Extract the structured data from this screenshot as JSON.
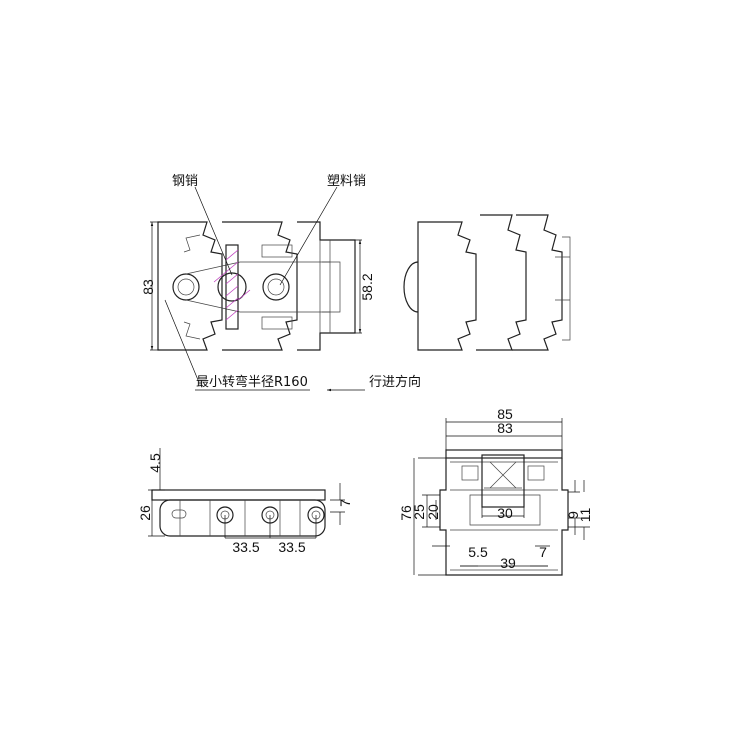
{
  "labels": {
    "steel_pin": "钢销",
    "plastic_pin": "塑料销",
    "min_turn_radius": "最小转弯半径R160",
    "travel_direction": "行进方向"
  },
  "top_view_dims": {
    "height": "83",
    "tab_height": "58.2"
  },
  "side_view_dims": {
    "top": "4.5",
    "height": "26",
    "offset": "7",
    "pitch1": "33.5",
    "pitch2": "33.5"
  },
  "end_view_dims": {
    "outer_width": "85",
    "inner_width": "83",
    "total_height": "76",
    "h25": "25",
    "h20": "20",
    "w30": "30",
    "h9": "9",
    "h11": "11",
    "w5_5": "5.5",
    "w7": "7",
    "w39": "39"
  },
  "colors": {
    "line": "#222222",
    "hatch": "#c040c0"
  }
}
